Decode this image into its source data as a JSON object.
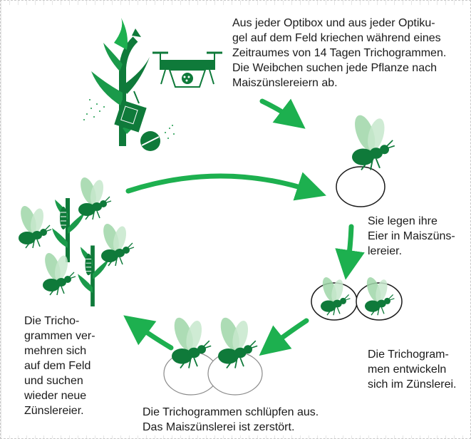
{
  "steps": {
    "release": "Aus jeder Optibox und aus jeder Optiku-\ngel auf dem Feld kriechen während eines\nZeitraumes von 14 Tagen Trichogrammen.\nDie Weibchen suchen jede Pflanze nach\nMaiszünslereiern ab.",
    "lay_eggs": "Sie legen ihre\nEier in Maiszüns-\nlereier.",
    "develop": "Die Trichogram-\nmen entwickeln\nsich im Zünslerei.",
    "hatch": "Die Trichogrammen schlüpfen aus.\nDas Maiszünslerei ist zerstört.",
    "multiply": "Die Tricho-\ngrammen ver-\nmehren sich\nauf dem Feld\nund suchen\nwieder neue\nZünslereier."
  },
  "colors": {
    "dark_green": "#0f7a3a",
    "mid_green": "#1a9a4a",
    "arrow_green": "#1db04f",
    "wing_green": "#9fd6a8",
    "light_wing": "#c7e8cc"
  },
  "icons": {
    "drone": "drone-icon",
    "maize": "maize-plant-icon",
    "wasp": "trichogramma-wasp-icon",
    "egg": "moth-egg-icon",
    "ball": "optikugel-ball-icon",
    "box": "optibox-icon"
  }
}
